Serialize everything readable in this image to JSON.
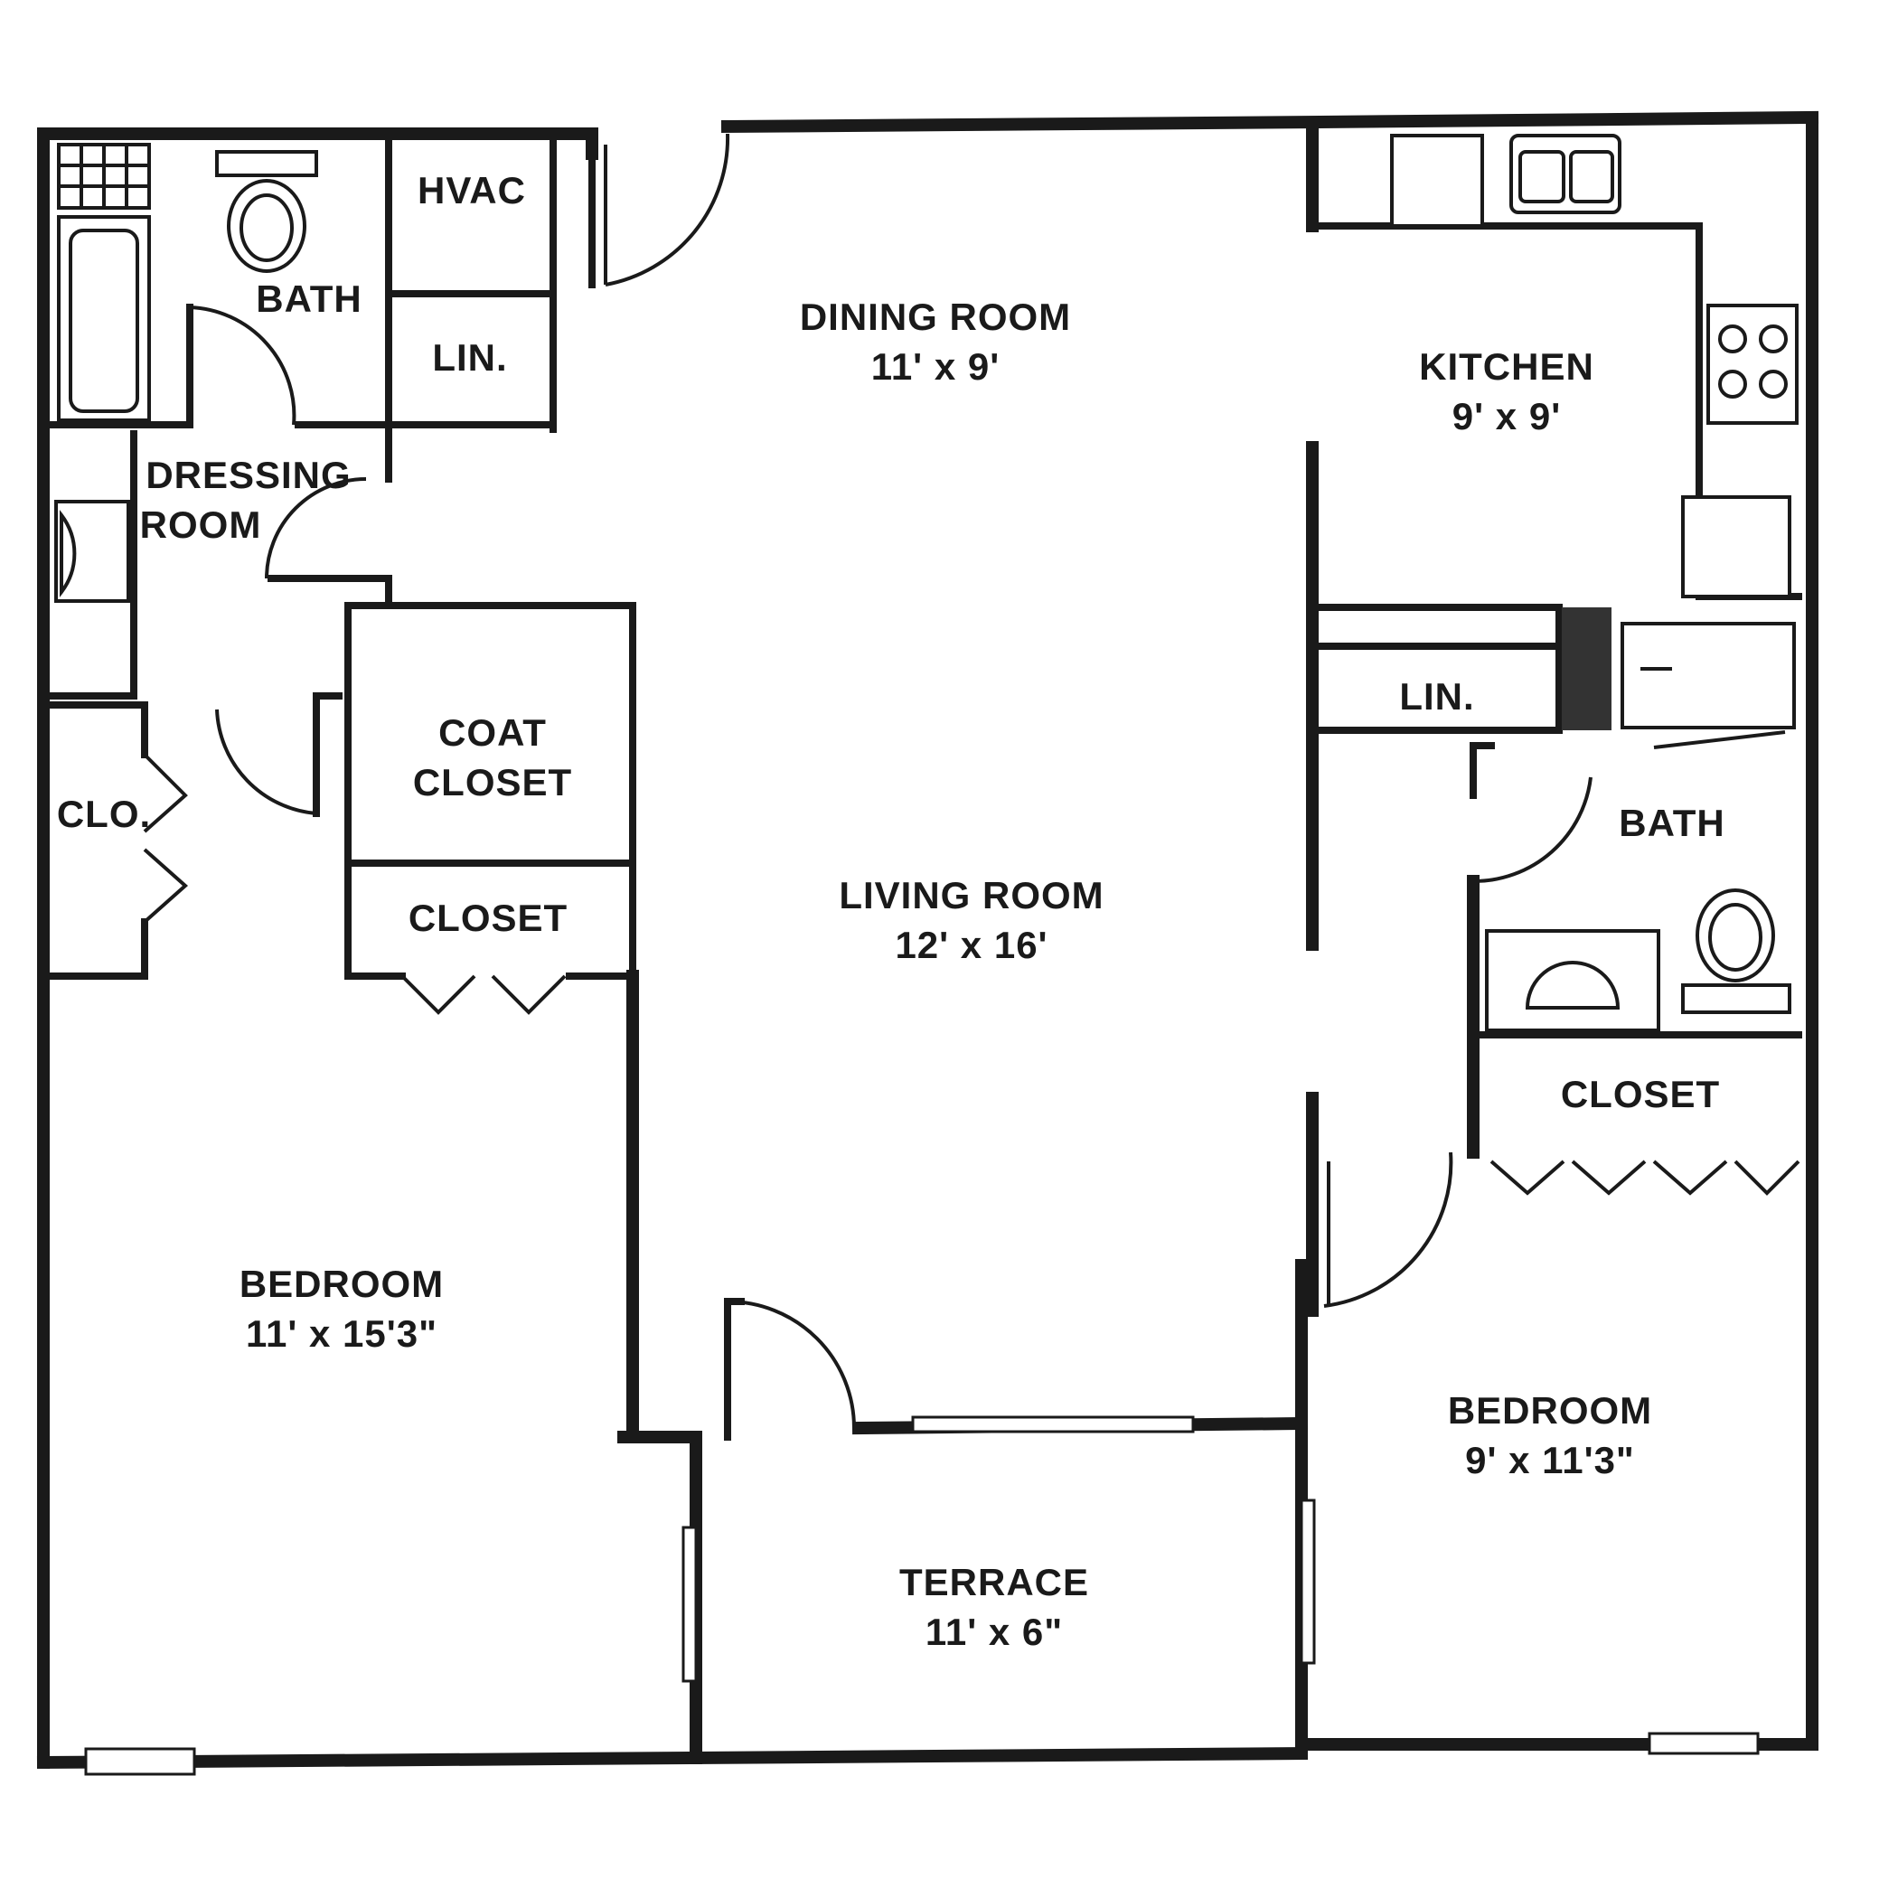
{
  "rooms": {
    "bath1": {
      "label": "BATH"
    },
    "hvac": {
      "label": "HVAC"
    },
    "linen1": {
      "label": "LIN."
    },
    "dressing": {
      "line1": "DRESSING",
      "line2": "ROOM"
    },
    "clo": {
      "label": "CLO."
    },
    "coat_closet": {
      "line1": "COAT",
      "line2": "CLOSET"
    },
    "closet1": {
      "label": "CLOSET"
    },
    "dining": {
      "label": "DINING ROOM",
      "dims": "11' x 9'"
    },
    "living": {
      "label": "LIVING ROOM",
      "dims": "12' x 16'"
    },
    "kitchen": {
      "label": "KITCHEN",
      "dims": "9' x 9'"
    },
    "linen2": {
      "label": "LIN."
    },
    "bath2": {
      "label": "BATH"
    },
    "closet2": {
      "label": "CLOSET"
    },
    "bedroom1": {
      "label": "BEDROOM",
      "dims": "11' x 15'3\""
    },
    "bedroom2": {
      "label": "BEDROOM",
      "dims": "9' x 11'3\""
    },
    "terrace": {
      "label": "TERRACE",
      "dims": "11' x 6\""
    }
  }
}
